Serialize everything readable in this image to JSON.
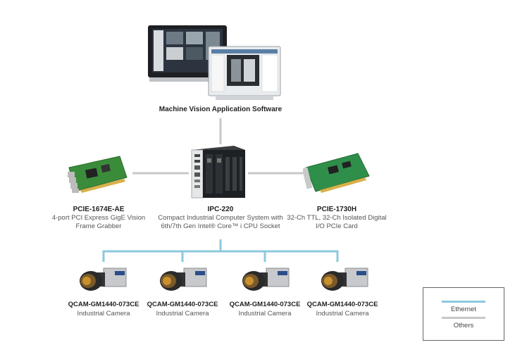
{
  "software": {
    "caption": "Machine Vision Application Software"
  },
  "left_card": {
    "title": "PCIE-1674E-AE",
    "desc_line1": "4-port PCI Express GigE Vision",
    "desc_line2": "Frame Grabber"
  },
  "computer": {
    "title": "IPC-220",
    "desc_line1": "Compact Industrial Computer System with",
    "desc_line2": "6th/7th Gen Intel® Core™ i CPU Socket"
  },
  "right_card": {
    "title": "PCIE-1730H",
    "desc_line1": "32-Ch TTL, 32-Ch Isolated Digital",
    "desc_line2": "I/O PCIe Card"
  },
  "cameras": [
    {
      "title": "QCAM-GM1440-073CE",
      "desc": "Industrial Camera"
    },
    {
      "title": "QCAM-GM1440-073CE",
      "desc": "Industrial Camera"
    },
    {
      "title": "QCAM-GM1440-073CE",
      "desc": "Industrial Camera"
    },
    {
      "title": "QCAM-GM1440-073CE",
      "desc": "Industrial Camera"
    }
  ],
  "legend": {
    "ethernet": "Ethernet",
    "others": "Others"
  },
  "colors": {
    "ethernet": "#8cc9dc",
    "others": "#c8c8c8"
  }
}
